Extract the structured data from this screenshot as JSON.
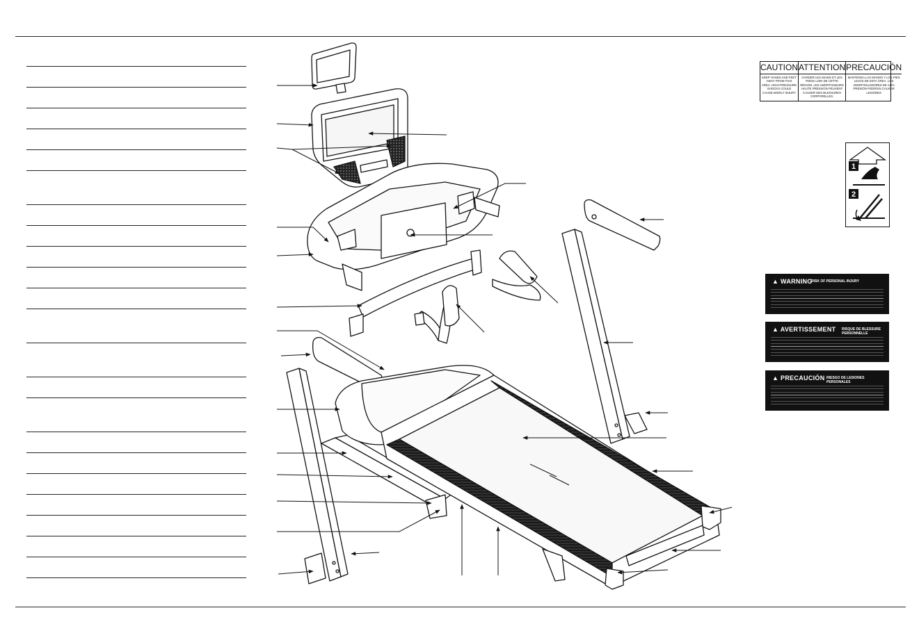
{
  "warning_labels": {
    "caution": {
      "headings": [
        "CAUTION",
        "ATTENTION",
        "PRECAUCIÓN"
      ],
      "texts": [
        "KEEP HANDS AND FEET AWAY FROM THIS AREA. HIGH-PRESSURE SHOCKS COULD CAUSE BODILY INJURY",
        "GARDER LES MAINS ET LES PIEDS LOIN DE CETTE RÉGION. LES AMORTISSEURS HAUTE PRESSION PEUVENT CAUSER DES BLESSURES CORPORELLES.",
        "MANTENGA LAS MANOS Y LOS PIES LEJOS DE ESTA ÁREA. LOS AMORTIGUADORES DE ALTA PRESIÓN PODRÍAN CAUSAR LESIONES"
      ]
    },
    "injury_decals": [
      {
        "title": "WARNING",
        "subtitle": "RISK OF PERSONAL INJURY"
      },
      {
        "title": "AVERTISSEMENT",
        "subtitle": "RISQUE DE BLESSURE PERSONNELLE"
      },
      {
        "title": "PRECAUCIÓN",
        "subtitle": "RIESGO DE LESIONES PERSONALES"
      }
    ],
    "fold_steps": [
      "1",
      "2"
    ]
  },
  "colors": {
    "line": "#111111",
    "decal_bg": "#111111",
    "decal_text": "#ffffff"
  }
}
